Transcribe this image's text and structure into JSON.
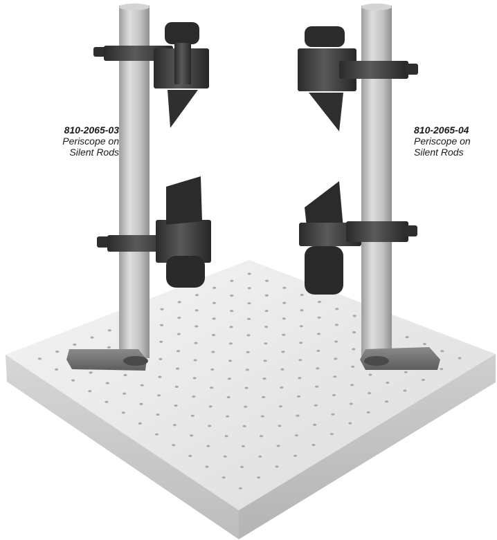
{
  "labels": {
    "left": {
      "part_number": "810-2065-03",
      "line1": "Periscope on",
      "line2": "Silent Rods"
    },
    "right": {
      "part_number": "810-2065-04",
      "line1": "Periscope on",
      "line2": "Silent Rods"
    }
  },
  "colors": {
    "plate_top": "#ededed",
    "plate_edge": "#c9c9c9",
    "rod": "#c8c8c8",
    "mount": "#3a3a3a",
    "text": "#1a1a1a"
  }
}
